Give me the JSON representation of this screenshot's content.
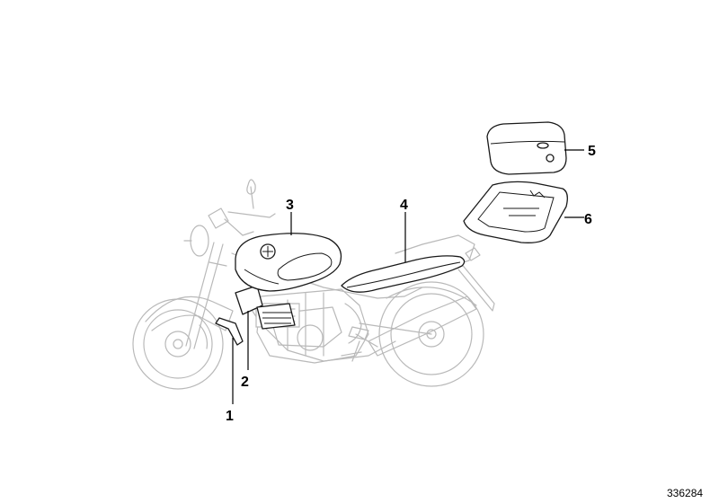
{
  "callouts": [
    {
      "id": "1",
      "label": "1"
    },
    {
      "id": "2",
      "label": "2"
    },
    {
      "id": "3",
      "label": "3"
    },
    {
      "id": "4",
      "label": "4"
    },
    {
      "id": "5",
      "label": "5"
    },
    {
      "id": "6",
      "label": "6"
    }
  ],
  "document_number": "336284"
}
